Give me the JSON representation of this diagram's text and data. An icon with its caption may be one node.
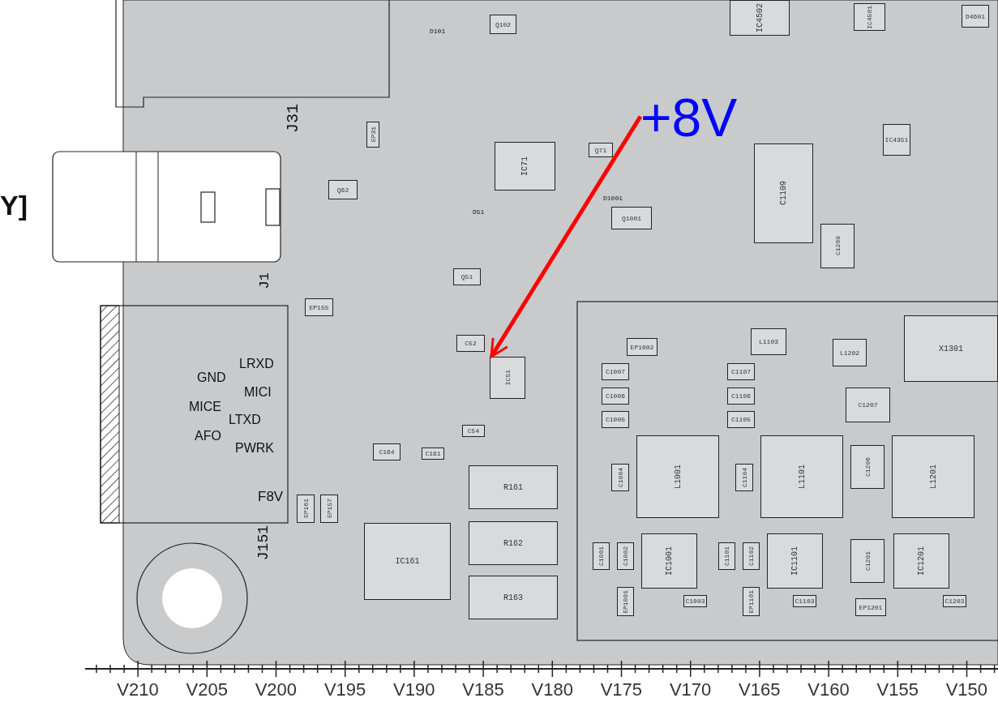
{
  "diagram": {
    "nodes": [
      {
        "text": [
          "+8V"
        ]
      },
      {
        "text": [
          "IC51"
        ]
      },
      {
        "text": [
          "Q102"
        ]
      },
      {
        "text": [
          "IC4502"
        ]
      },
      {
        "text": [
          "IC4501"
        ]
      },
      {
        "text": [
          "D4601"
        ]
      },
      {
        "text": [
          "EP31"
        ]
      },
      {
        "text": [
          "IC71"
        ]
      },
      {
        "text": [
          "Q71"
        ]
      },
      {
        "text": [
          "IC4351"
        ]
      },
      {
        "text": [
          "C1109"
        ]
      },
      {
        "text": [
          "Q62"
        ]
      },
      {
        "text": [
          "Q1001"
        ]
      },
      {
        "text": [
          "C1209"
        ]
      },
      {
        "text": [
          "Q51"
        ]
      },
      {
        "text": [
          "EP155"
        ]
      },
      {
        "text": [
          "X1301"
        ]
      },
      {
        "text": [
          "L1103"
        ]
      },
      {
        "text": [
          "C52"
        ]
      },
      {
        "text": [
          "EP1002"
        ]
      },
      {
        "text": [
          "L1202"
        ]
      },
      {
        "text": [
          "C1007"
        ]
      },
      {
        "text": [
          "C1107"
        ]
      },
      {
        "text": [
          "C1006"
        ]
      },
      {
        "text": [
          "C1106"
        ]
      },
      {
        "text": [
          "C1207"
        ]
      },
      {
        "text": [
          "C1005"
        ]
      },
      {
        "text": [
          "C1105"
        ]
      },
      {
        "text": [
          "C54"
        ]
      },
      {
        "text": [
          "L1001"
        ]
      },
      {
        "text": [
          "L1101"
        ]
      },
      {
        "text": [
          "C1206"
        ]
      },
      {
        "text": [
          "L1201"
        ]
      },
      {
        "text": [
          "C164"
        ]
      },
      {
        "text": [
          "C161"
        ]
      },
      {
        "text": [
          "C1004"
        ]
      },
      {
        "text": [
          "C1104"
        ]
      },
      {
        "text": [
          "R161"
        ]
      },
      {
        "text": [
          "EP161"
        ]
      },
      {
        "text": [
          "EP157"
        ]
      },
      {
        "text": [
          "R162"
        ]
      },
      {
        "text": [
          "IC161"
        ]
      },
      {
        "text": [
          "IC1001"
        ]
      },
      {
        "text": [
          "IC1101"
        ]
      },
      {
        "text": [
          "IC1201"
        ]
      },
      {
        "text": [
          "C1001"
        ]
      },
      {
        "text": [
          "C1002"
        ]
      },
      {
        "text": [
          "C1101"
        ]
      },
      {
        "text": [
          "C1102"
        ]
      },
      {
        "text": [
          "C1201"
        ]
      },
      {
        "text": [
          "R163"
        ]
      },
      {
        "text": [
          "EP1001"
        ]
      },
      {
        "text": [
          "EP1101"
        ]
      },
      {
        "text": [
          "C1003"
        ]
      },
      {
        "text": [
          "C1103"
        ]
      },
      {
        "text": [
          "EP1201"
        ]
      },
      {
        "text": [
          "C1203"
        ]
      }
    ],
    "edges": [
      {
        "from": 0,
        "to": 1,
        "arrow": "to",
        "color": "#ff0000"
      }
    ],
    "labels": [
      "Y]",
      "J31",
      "D101",
      "D51",
      "D1001",
      "J1",
      "LRXD",
      "GND",
      "MICI",
      "MICE",
      "LTXD",
      "AFO",
      "PWRK",
      "F8V",
      "J151",
      "V210",
      "V205",
      "V200",
      "V195",
      "V190",
      "V185",
      "V180",
      "V175",
      "V170",
      "V165",
      "V160",
      "V155",
      "V150"
    ]
  }
}
